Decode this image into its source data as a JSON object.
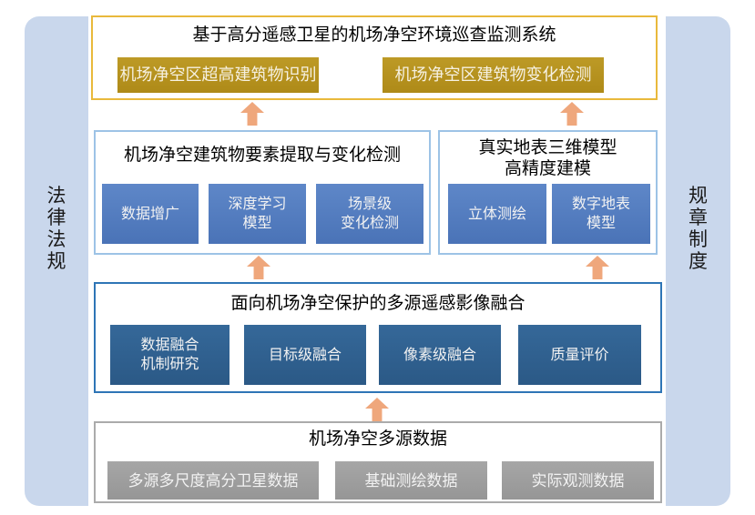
{
  "palette": {
    "sidebar_fill": "#C9D7EC",
    "gold_border": "#E9B93C",
    "gold_button_fill": "#B5911E",
    "light_blue_border": "#9DC3E6",
    "mid_blue_button_fill": "#4F7ABD",
    "dark_blue_border": "#2E75B6",
    "dark_blue_button_fill": "#2E5E8E",
    "gray_border": "#ABABAB",
    "gray_button_fill": "#9C9C9C",
    "arrow_color": "#EFA77C"
  },
  "sidebars": {
    "left": {
      "label": "法律法规"
    },
    "right": {
      "label": "规章制度"
    }
  },
  "levels": {
    "system": {
      "title": "基于高分遥感卫星的机场净空环境巡查监测系统",
      "buttons": [
        "机场净空区超高建筑物识别",
        "机场净空区建筑物变化检测"
      ]
    },
    "extraction": {
      "title": "机场净空建筑物要素提取与变化检测",
      "buttons": [
        "数据增广",
        "深度学习\n模型",
        "场景级\n变化检测"
      ]
    },
    "modeling": {
      "title": "真实地表三维模型\n高精度建模",
      "buttons": [
        "立体测绘",
        "数字地表\n模型"
      ]
    },
    "fusion": {
      "title": "面向机场净空保护的多源遥感影像融合",
      "buttons": [
        "数据融合\n机制研究",
        "目标级融合",
        "像素级融合",
        "质量评价"
      ]
    },
    "data": {
      "title": "机场净空多源数据",
      "buttons": [
        "多源多尺度高分卫星数据",
        "基础测绘数据",
        "实际观测数据"
      ]
    }
  }
}
